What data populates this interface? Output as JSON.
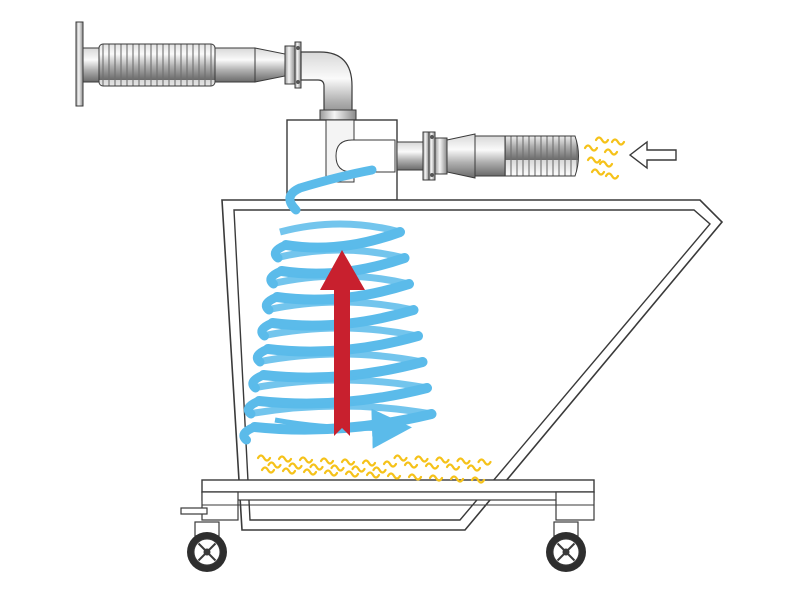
{
  "diagram": {
    "kind": "cyclone-separator-schematic",
    "components": {
      "outlet_hose": {
        "icon": "corrugated-hose-icon"
      },
      "inlet_hose": {
        "icon": "corrugated-hose-icon"
      },
      "separator_head": {
        "icon": "cyclone-head-icon"
      },
      "hopper": {
        "icon": "hopper-icon"
      },
      "cart_frame": {
        "icon": "cart-frame-icon"
      },
      "wheels": {
        "icon": "caster-wheel-icon",
        "count": 2
      }
    },
    "flows": {
      "airflow_spiral": {
        "icon": "spiral-airflow-icon",
        "turns": 8
      },
      "clean_air_up": {
        "icon": "up-arrow-icon"
      },
      "input_direction": {
        "icon": "left-arrow-icon"
      }
    },
    "material": {
      "icon": "chips-icon"
    },
    "colors": {
      "outline": "#3a3a3a",
      "metal_light": "#e6e6e6",
      "metal_dark": "#7d7d7d",
      "airflow": "#5bbbea",
      "clean_air": "#c8202e",
      "chips": "#f5c21a",
      "hopper_fill": "#ffffff"
    }
  }
}
